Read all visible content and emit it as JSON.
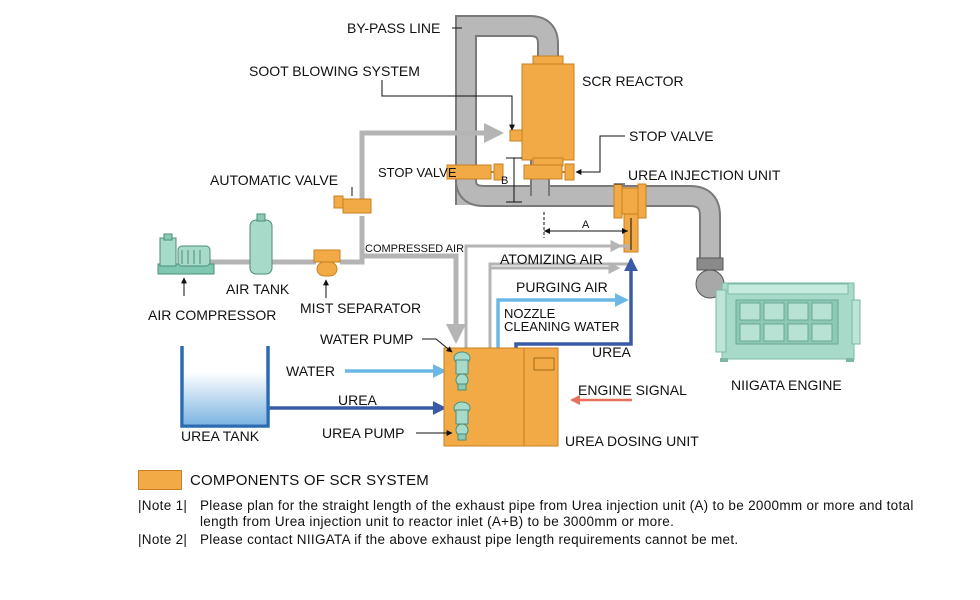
{
  "labels": {
    "bypass_line": "BY-PASS LINE",
    "soot_blowing": "SOOT BLOWING SYSTEM",
    "scr_reactor": "SCR REACTOR",
    "stop_valve_right": "STOP VALVE",
    "stop_valve_left": "STOP VALVE",
    "automatic_valve": "AUTOMATIC VALVE",
    "urea_injection_unit": "UREA INJECTION UNIT",
    "dim_b": "B",
    "dim_a": "A",
    "compressed_air": "COMPRESSED AIR",
    "atomizing_air": "ATOMIZING AIR",
    "purging_air": "PURGING AIR",
    "nozzle": "NOZZLE",
    "cleaning_water": "CLEANING WATER",
    "urea_line_right": "UREA",
    "air_tank": "AIR TANK",
    "mist_separator": "MIST SEPARATOR",
    "air_compressor": "AIR COMPRESSOR",
    "water_pump": "WATER PUMP",
    "water": "WATER",
    "urea_line_left": "UREA",
    "urea_pump": "UREA PUMP",
    "urea_tank": "UREA TANK",
    "engine_signal": "ENGINE SIGNAL",
    "urea_dosing_unit": "UREA DOSING UNIT",
    "niigata_engine": "NIIGATA ENGINE"
  },
  "legend": {
    "text": "COMPONENTS OF SCR SYSTEM"
  },
  "notes": [
    {
      "tag": "|Note 1|",
      "text": "Please plan for the straight length of the exhaust pipe from Urea injection unit (A) to be 2000mm or more and total length from Urea injection unit to reactor inlet (A+B) to be 3000mm or more."
    },
    {
      "tag": "|Note 2|",
      "text": "Please contact NIIGATA if the above exhaust pipe length requirements cannot be met."
    }
  ],
  "colors": {
    "component_orange": "#f2aa47",
    "pipe_gray": "#b4b4b4",
    "air_line_blue": "#6bb8e6",
    "urea_line_navy": "#3a5aa8",
    "signal_red": "#e8705a",
    "equipment_green": "#a8dac9"
  }
}
